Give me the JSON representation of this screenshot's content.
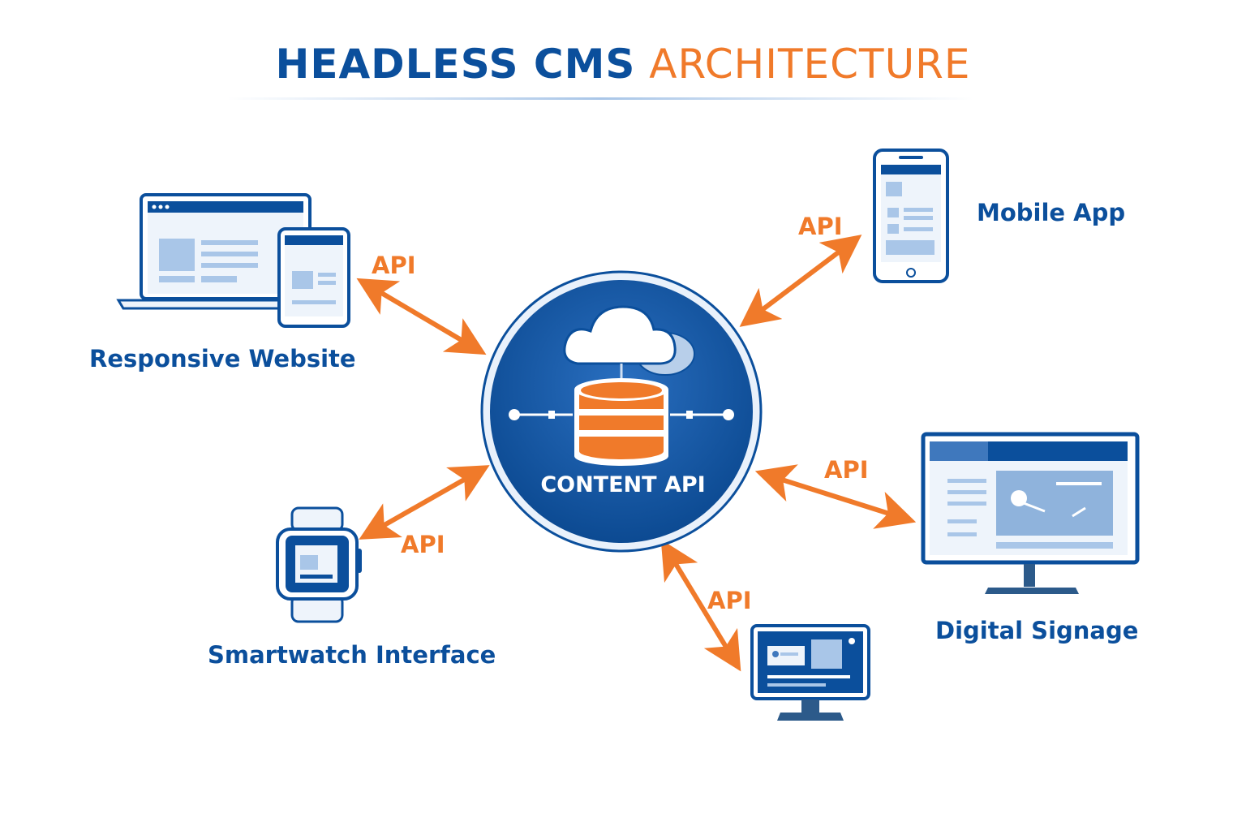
{
  "title": {
    "strong": "HEADLESS CMS",
    "light": "ARCHITECTURE"
  },
  "hub": {
    "label": "CONTENT API",
    "icon": "database-icon"
  },
  "connector_label": "API",
  "endpoints": [
    {
      "id": "website",
      "label": "Responsive Website",
      "icon": "laptop-tablet-icon"
    },
    {
      "id": "mobile",
      "label": "Mobile App",
      "icon": "smartphone-icon"
    },
    {
      "id": "smartwatch",
      "label": "Smartwatch Interface",
      "icon": "smartwatch-icon"
    },
    {
      "id": "signage",
      "label": "Digital Signage",
      "icon": "monitor-icon"
    },
    {
      "id": "kiosk",
      "label": "",
      "icon": "desktop-monitor-icon"
    }
  ],
  "colors": {
    "primary": "#0b4f9c",
    "accent": "#f07a2a",
    "light": "#a9c6e8"
  }
}
